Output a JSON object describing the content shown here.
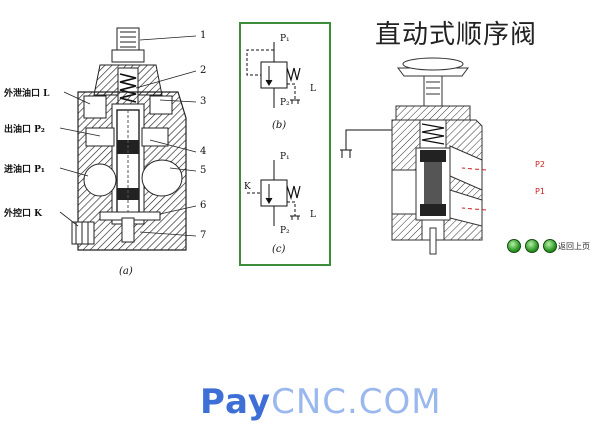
{
  "title": "直动式顺序阀",
  "left_figure": {
    "caption": "(a)",
    "callout_numbers": [
      "1",
      "2",
      "3",
      "4",
      "5",
      "6",
      "7"
    ],
    "port_labels": {
      "drain": "外泄油口 L",
      "outlet": "出油口 P₂",
      "inlet": "进油口 P₁",
      "control": "外控口 K"
    }
  },
  "symbols": {
    "b": {
      "caption": "(b)",
      "p1": "P₁",
      "p2": "P₂",
      "l": "L"
    },
    "c": {
      "caption": "(c)",
      "p1": "P₁",
      "p2": "P₂",
      "k": "K",
      "l": "L"
    }
  },
  "right_figure": {
    "p2": "P2",
    "p1": "P1"
  },
  "nav": {
    "back_label": "返回上页"
  },
  "watermark": {
    "pay": "Pay",
    "cnc": "CNC.COM"
  },
  "colors": {
    "symbol_border": "#3c8c3c",
    "accent_red": "#cc2222",
    "nav_green": "#2e9a26",
    "logo_blue": "#3d6fd6"
  }
}
